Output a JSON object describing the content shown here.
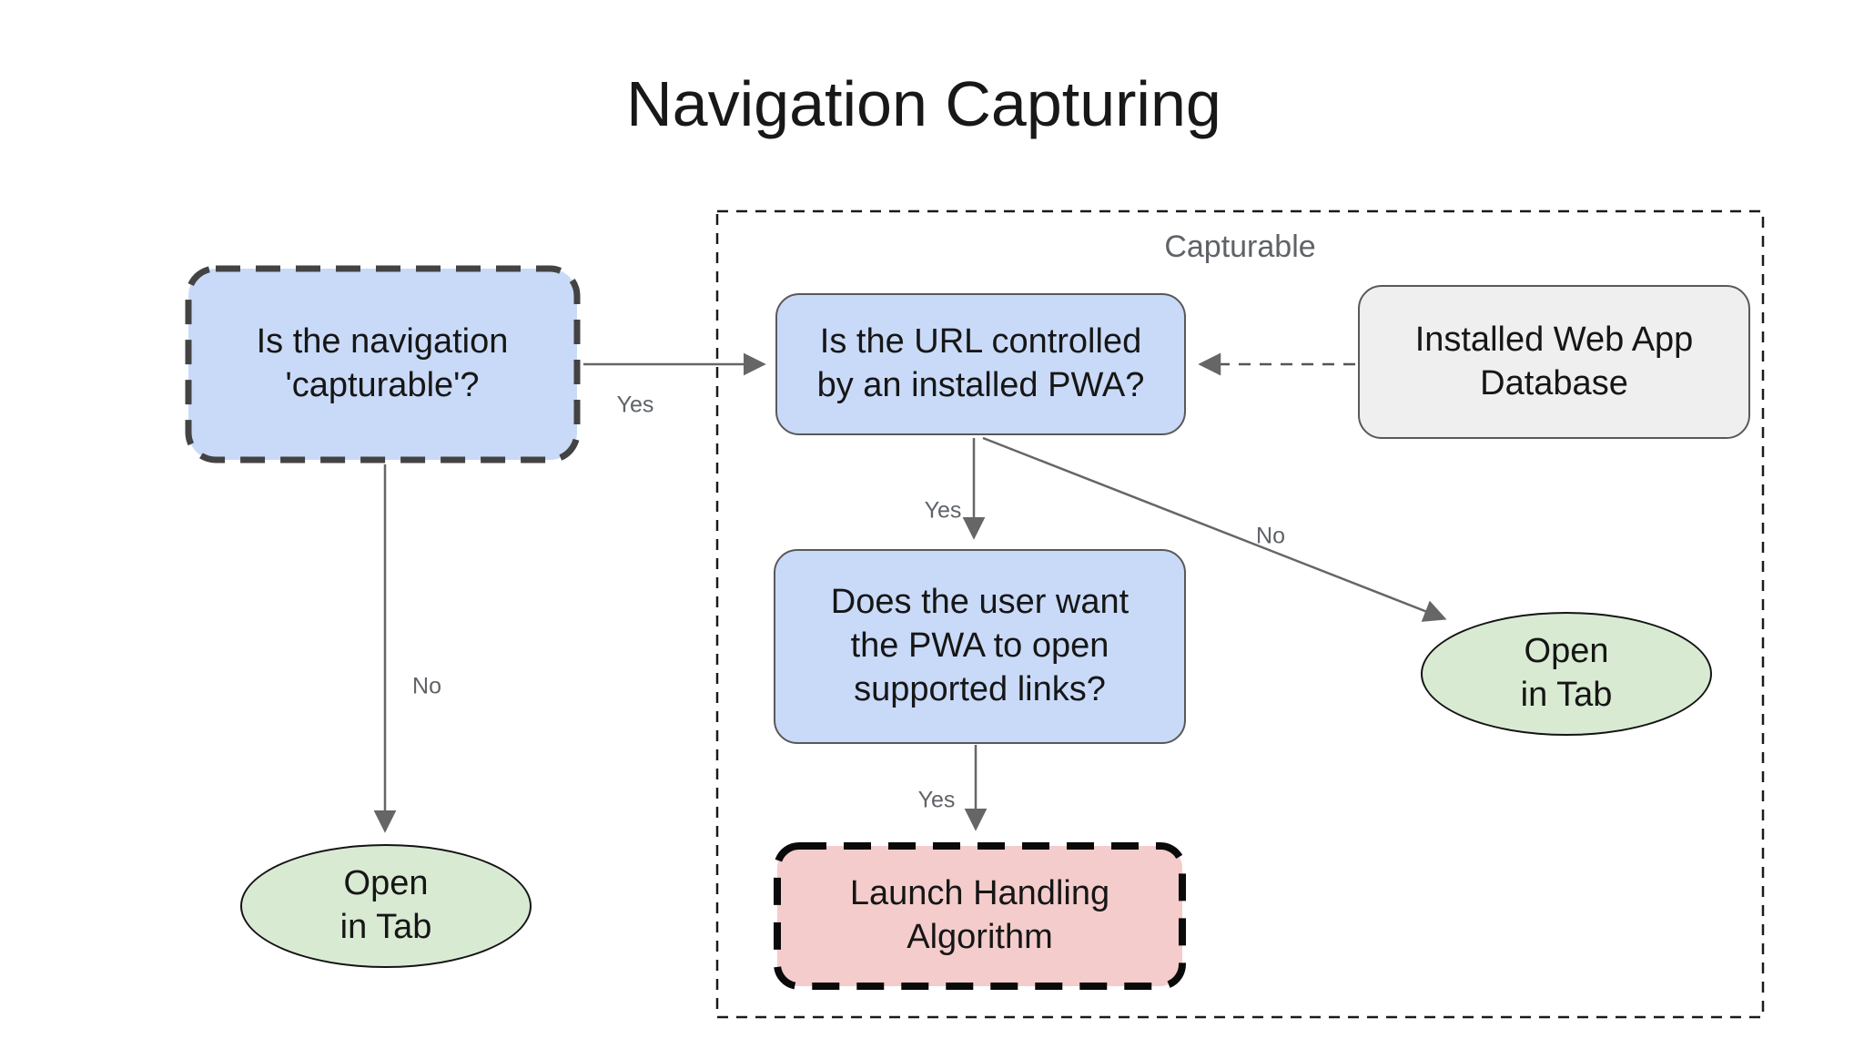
{
  "title": "Navigation Capturing",
  "group": {
    "label": "Capturable"
  },
  "nodes": {
    "capturable_question": {
      "text": "Is the navigation\n'capturable'?",
      "fill": "#c9daf8",
      "shape": "dashed-rounded-rect"
    },
    "url_question": {
      "text": "Is the URL controlled\nby an installed PWA?",
      "fill": "#c9daf8",
      "shape": "rounded-rect"
    },
    "database": {
      "text": "Installed Web App\nDatabase",
      "fill": "#efefef",
      "shape": "rounded-rect"
    },
    "user_question": {
      "text": "Does the user want\nthe PWA to open\nsupported links?",
      "fill": "#c9daf8",
      "shape": "rounded-rect"
    },
    "launch": {
      "text": "Launch Handling\nAlgorithm",
      "fill": "#f4cccc",
      "shape": "dashed-rounded-rect"
    },
    "open_tab_left": {
      "text": "Open\nin Tab",
      "fill": "#d9ead3",
      "shape": "ellipse"
    },
    "open_tab_right": {
      "text": "Open\nin Tab",
      "fill": "#d9ead3",
      "shape": "ellipse"
    }
  },
  "edge_labels": {
    "capturable_yes": "Yes",
    "capturable_no": "No",
    "url_yes": "Yes",
    "url_no": "No",
    "user_yes": "Yes"
  },
  "colors": {
    "node_blue": "#c9daf8",
    "node_green": "#d9ead3",
    "node_pink": "#f4cccc",
    "node_gray": "#efefef",
    "arrow_gray": "#666666",
    "label_gray": "#5f6368",
    "dashed_border_dark": "#434343",
    "text_black": "#161616"
  }
}
